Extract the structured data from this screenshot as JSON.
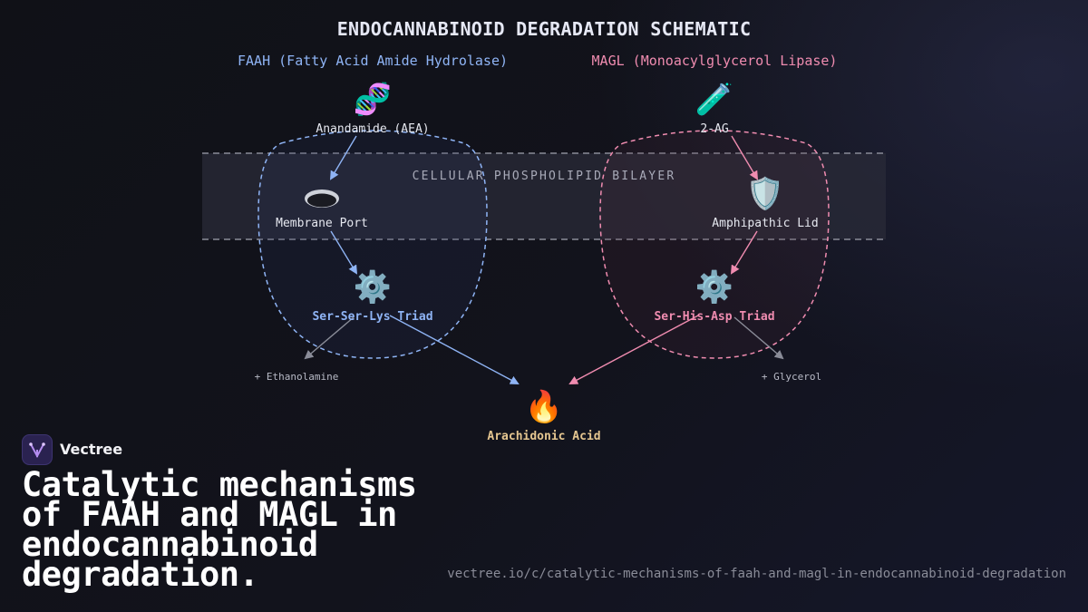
{
  "diagram": {
    "title": "ENDOCANNABINOID DEGRADATION SCHEMATIC",
    "bilayer_label": "CELLULAR PHOSPHOLIPID BILAYER",
    "faah": {
      "title": "FAAH (Fatty Acid Amide Hydrolase)",
      "substrate": {
        "icon": "dna-icon",
        "glyph": "🧬",
        "label": "Anandamide (AEA)"
      },
      "entry": {
        "icon": "membrane-port-icon",
        "label": "Membrane Port"
      },
      "triad": {
        "icon": "gear-icon",
        "glyph": "⚙️",
        "label": "Ser-Ser-Lys Triad"
      },
      "byproduct": "+ Ethanolamine",
      "color": "#8fb4f5"
    },
    "magl": {
      "title": "MAGL (Monoacylglycerol Lipase)",
      "substrate": {
        "icon": "test-tube-icon",
        "glyph": "🧪",
        "label": "2-AG"
      },
      "entry": {
        "icon": "shield-icon",
        "glyph": "🛡️",
        "label": "Amphipathic Lid"
      },
      "triad": {
        "icon": "gear-icon",
        "glyph": "⚙️",
        "label": "Ser-His-Asp Triad"
      },
      "byproduct": "+ Glycerol",
      "color": "#f08cb0"
    },
    "product": {
      "icon": "fire-icon",
      "glyph": "🔥",
      "label": "Arachidonic Acid",
      "color": "#e5c690"
    }
  },
  "branding": {
    "name": "Vectree",
    "logo_icon": "vectree-logo-icon",
    "caption": "Catalytic mechanisms of FAAH and MAGL in endocannabinoid degradation.",
    "url": "vectree.io/c/catalytic-mechanisms-of-faah-and-magl-in-endocannabinoid-degradation"
  }
}
